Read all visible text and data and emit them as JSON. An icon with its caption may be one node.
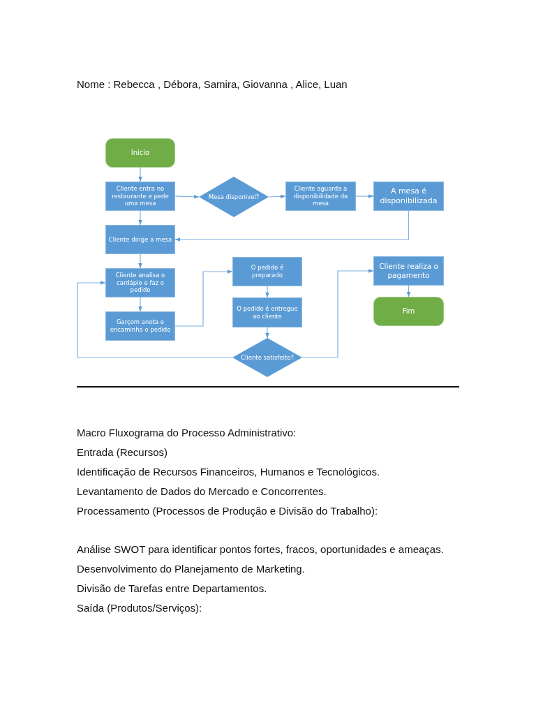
{
  "diagram": {
    "nodes": [
      {
        "text": [
          "Inicio"
        ]
      },
      {
        "text": [
          "Cliente entra no restaurante e pede uma mesa"
        ]
      },
      {
        "text": [
          "Mesa disponivel?"
        ]
      },
      {
        "text": [
          "Cliente aguarda a disponibilidade da mesa"
        ]
      },
      {
        "text": [
          "A mesa é disponibilizada"
        ]
      },
      {
        "text": [
          "Cliente dirige a mesa"
        ]
      },
      {
        "text": [
          "Cliente analisa o cardápio e faz o pedido"
        ]
      },
      {
        "text": [
          "Garçom anota e encaminha o pedido"
        ]
      },
      {
        "text": [
          "O pedido é preparado"
        ]
      },
      {
        "text": [
          "O pedido é entregue ao cliente"
        ]
      },
      {
        "text": [
          "Cliente satisfeito?"
        ]
      },
      {
        "text": [
          "Cliente realiza o pagamento"
        ]
      },
      {
        "text": [
          "Fim"
        ]
      }
    ],
    "edges": [
      {
        "from": 0,
        "to": 1,
        "arrow": "to"
      },
      {
        "from": 1,
        "to": 2,
        "arrow": "to"
      },
      {
        "from": 2,
        "to": 3,
        "arrow": "to"
      },
      {
        "from": 3,
        "to": 4,
        "arrow": "to"
      },
      {
        "from": 4,
        "to": 5,
        "arrow": "to"
      },
      {
        "from": 1,
        "to": 5,
        "arrow": "to"
      },
      {
        "from": 5,
        "to": 6,
        "arrow": "to"
      },
      {
        "from": 6,
        "to": 7,
        "arrow": "to"
      },
      {
        "from": 7,
        "to": 8,
        "arrow": "to"
      },
      {
        "from": 8,
        "to": 9,
        "arrow": "to"
      },
      {
        "from": 9,
        "to": 10,
        "arrow": "to"
      },
      {
        "from": 10,
        "to": 6,
        "arrow": "to"
      },
      {
        "from": 10,
        "to": 11,
        "arrow": "to"
      },
      {
        "from": 11,
        "to": 12,
        "arrow": "to"
      }
    ],
    "labels": [
      "Nome : Rebecca , Débora, Samira, Giovanna , Alice, Luan",
      "Macro Fluxograma do Processo Administrativo:",
      "Entrada (Recursos)",
      "Identificação de Recursos Financeiros, Humanos e Tecnológicos.",
      "Levantamento de Dados do Mercado e Concorrentes.",
      "Processamento (Processos de Produção e Divisão do Trabalho):",
      "Análise SWOT para identificar pontos fortes, fracos, oportunidades e ameaças.",
      "Desenvolvimento do Planejamento de Marketing.",
      "Divisão de Tarefas entre Departamentos.",
      "Saída (Produtos/Serviços):"
    ]
  }
}
